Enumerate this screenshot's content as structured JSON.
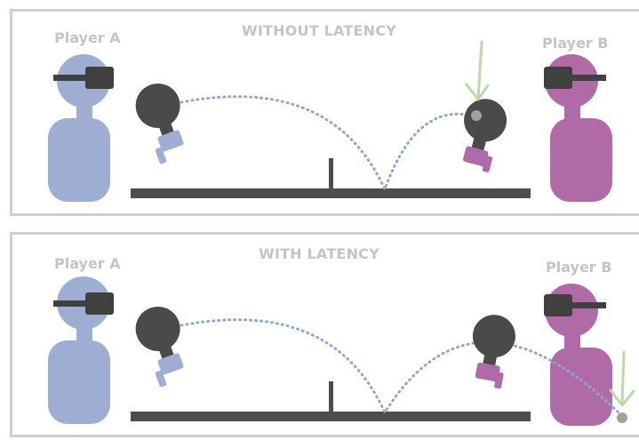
{
  "panels": [
    {
      "title": "WITHOUT LATENCY",
      "player_a": "Player A",
      "player_b": "Player B"
    },
    {
      "title": "WITH LATENCY",
      "player_a": "Player A",
      "player_b": "Player B"
    }
  ],
  "colors": {
    "player_a": "#9eaed2",
    "player_b": "#b06aa8",
    "headset": "#404040",
    "table": "#4d4d4d",
    "paddle": "#4a4a4a",
    "ball": "#a0a0a0",
    "trajectory": "#8fa6cd",
    "arrow": "#b9dca7",
    "label": "#c4c4c4",
    "border": "#cfcfcf"
  },
  "icons": [
    "person-icon",
    "vr-headset-icon",
    "ping-pong-paddle-icon",
    "ball-icon",
    "down-arrow-icon"
  ]
}
